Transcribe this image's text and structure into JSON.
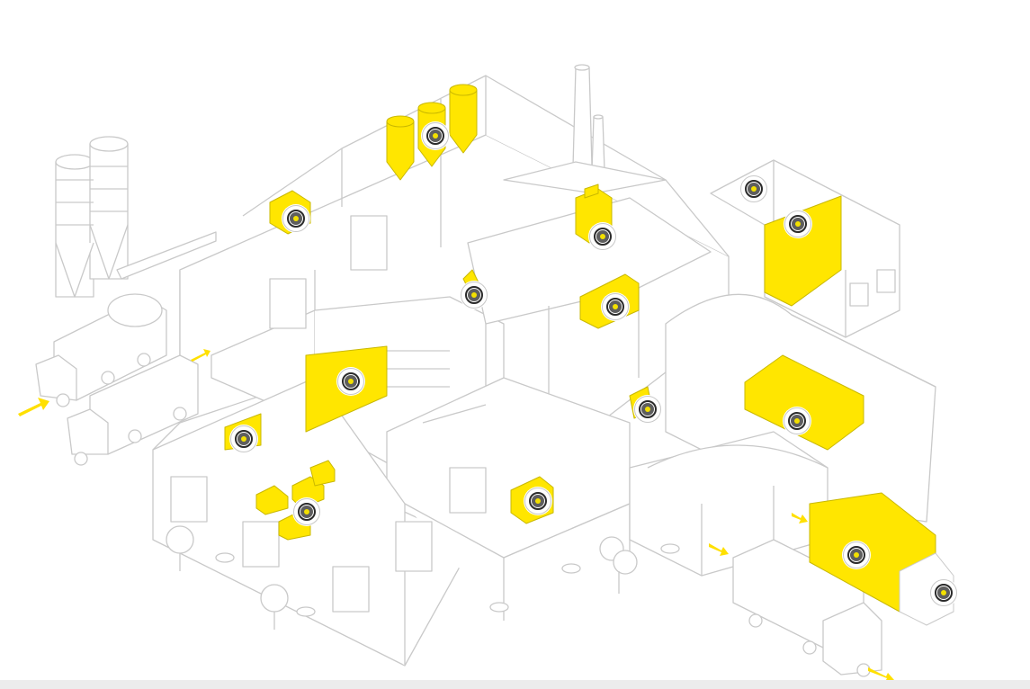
{
  "colors": {
    "line": "#c9c9c9",
    "line_dark": "#b5b5b5",
    "fill": "#ffffff",
    "highlight": "#ffe600",
    "arrow": "#ffe000",
    "bar": "#ececec"
  },
  "hotspots": [
    {
      "id": "silo-hopper",
      "icon": "target-icon"
    },
    {
      "id": "packing-station",
      "icon": "target-icon"
    },
    {
      "id": "mixer-tower",
      "icon": "target-icon"
    },
    {
      "id": "office-room",
      "icon": "target-icon"
    },
    {
      "id": "tool-wall",
      "icon": "target-icon"
    },
    {
      "id": "ceiling-pump",
      "icon": "target-icon"
    },
    {
      "id": "conveyor-line",
      "icon": "target-icon"
    },
    {
      "id": "stair-area",
      "icon": "target-icon"
    },
    {
      "id": "wall-pump",
      "icon": "target-icon"
    },
    {
      "id": "warehouse-shelving",
      "icon": "target-icon"
    },
    {
      "id": "workshop-pump",
      "icon": "target-icon"
    },
    {
      "id": "storage-pallets",
      "icon": "target-icon"
    },
    {
      "id": "packaging-machine",
      "icon": "target-icon"
    },
    {
      "id": "truck-trailer",
      "icon": "target-icon"
    },
    {
      "id": "truck-cab",
      "icon": "target-icon"
    }
  ]
}
